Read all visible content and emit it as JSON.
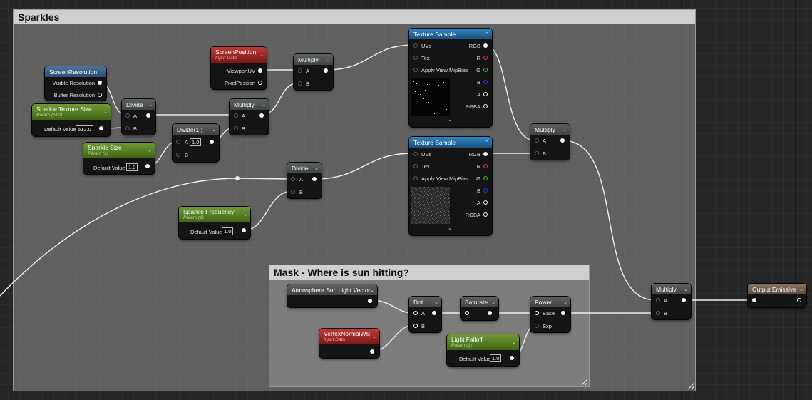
{
  "comments": {
    "sparkles_title": "Sparkles",
    "mask_title": "Mask - Where is sun hitting?"
  },
  "nodes": {
    "screen_resolution": {
      "title": "ScreenResolution",
      "pins": [
        "Visible Resolution",
        "Buffer Resolution"
      ]
    },
    "sparkle_texture_size": {
      "title": "Sparkle Texture Size",
      "subtitle": "Param (512)",
      "default_label": "Default Value",
      "default_value": "512.0"
    },
    "divide_1": {
      "title": "Divide",
      "pin_a": "A",
      "pin_b": "B"
    },
    "sparkle_size": {
      "title": "Sparkle Size",
      "subtitle": "Param (1)",
      "default_label": "Default Value",
      "default_value": "1.0"
    },
    "divide_2": {
      "title": "Divide(1,)",
      "pin_a": "A",
      "pin_a_value": "1.0",
      "pin_b": "B"
    },
    "screen_position": {
      "title": "ScreenPosition",
      "subtitle": "Input Data",
      "pins": [
        "ViewportUV",
        "PixelPosition"
      ]
    },
    "multiply_1": {
      "title": "Multiply",
      "pin_a": "A",
      "pin_b": "B"
    },
    "multiply_2": {
      "title": "Multiply",
      "pin_a": "A",
      "pin_b": "B"
    },
    "texture_sample_1": {
      "title": "Texture Sample",
      "inputs": [
        "UVs",
        "Tex",
        "Apply View MipBias"
      ],
      "outputs": [
        "RGB",
        "R",
        "G",
        "B",
        "A",
        "RGBA"
      ]
    },
    "texture_sample_2": {
      "title": "Texture Sample",
      "inputs": [
        "UVs",
        "Tex",
        "Apply View MipBias"
      ],
      "outputs": [
        "RGB",
        "R",
        "G",
        "B",
        "A",
        "RGBA"
      ]
    },
    "divide_3": {
      "title": "Divide",
      "pin_a": "A",
      "pin_b": "B"
    },
    "sparkle_frequency": {
      "title": "Sparkle Frequency",
      "subtitle": "Param (1)",
      "default_label": "Default Value",
      "default_value": "1.0"
    },
    "multiply_3": {
      "title": "Multiply",
      "pin_a": "A",
      "pin_b": "B"
    },
    "atmosphere_sun": {
      "title": "Atmosphere Sun Light Vector"
    },
    "vertex_normal": {
      "title": "VertexNormalWS",
      "subtitle": "Input Data"
    },
    "dot": {
      "title": "Dot",
      "pin_a": "A",
      "pin_b": "B"
    },
    "saturate": {
      "title": "Saturate"
    },
    "light_falloff": {
      "title": "Light Falloff",
      "subtitle": "Param (1)",
      "default_label": "Default Value",
      "default_value": "1.0"
    },
    "power": {
      "title": "Power",
      "pin_base": "Base",
      "pin_exp": "Exp"
    },
    "multiply_4": {
      "title": "Multiply",
      "pin_a": "A",
      "pin_b": "B"
    },
    "output_emissive": {
      "title": "Output Emissive"
    }
  },
  "icons": {
    "collapse": "chevron-down-icon",
    "minimize": "chevron-up-icon"
  },
  "colors": {
    "param_header": "#6f9a34",
    "input_header": "#c03a3a",
    "texture_header": "#2f86c6",
    "math_header": "#5d6260",
    "output_header": "#8c7562"
  }
}
